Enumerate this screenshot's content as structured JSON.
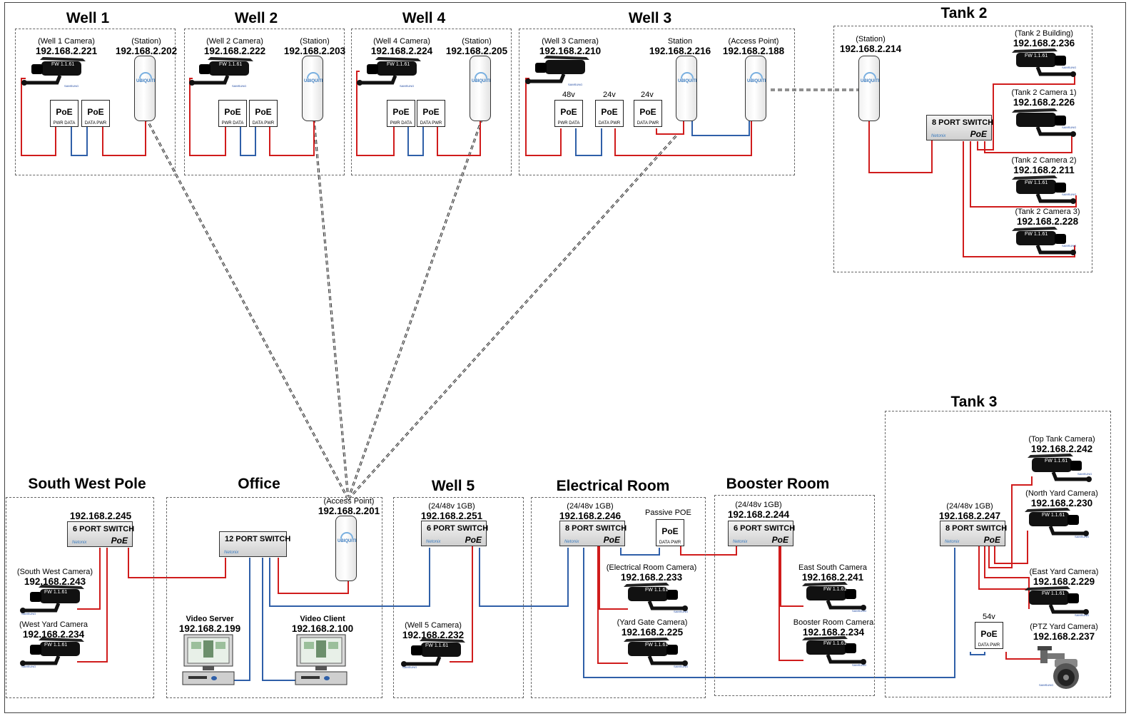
{
  "sites": {
    "well1": "Well 1",
    "well2": "Well 2",
    "well4": "Well 4",
    "well3": "Well 3",
    "tank2": "Tank 2",
    "tank3": "Tank 3",
    "southwest": "South West Pole",
    "office": "Office",
    "well5": "Well 5",
    "electrical": "Electrical Room",
    "booster": "Booster Room"
  },
  "devices": {
    "w1cam": {
      "sub": "(Well 1 Camera)",
      "ip": "192.168.2.221"
    },
    "w1sta": {
      "sub": "(Station)",
      "ip": "192.168.2.202"
    },
    "w2cam": {
      "sub": "(Well 2 Camera)",
      "ip": "192.168.2.222"
    },
    "w2sta": {
      "sub": "(Station)",
      "ip": "192.168.2.203"
    },
    "w4cam": {
      "sub": "(Well 4 Camera)",
      "ip": "192.168.2.224"
    },
    "w4sta": {
      "sub": "(Station)",
      "ip": "192.168.2.205"
    },
    "w3cam": {
      "sub": "(Well 3 Camera)",
      "ip": "192.168.2.210"
    },
    "w3sta": {
      "sub": "Station",
      "ip": "192.168.2.216"
    },
    "w3ap": {
      "sub": "(Access Point)",
      "ip": "192.168.2.188"
    },
    "t2sta": {
      "sub": "(Station)",
      "ip": "192.168.2.214"
    },
    "t2bld": {
      "sub": "(Tank 2 Building)",
      "ip": "192.168.2.236"
    },
    "t2c1": {
      "sub": "(Tank 2 Camera 1)",
      "ip": "192.168.2.226"
    },
    "t2c2": {
      "sub": "(Tank 2 Camera 2)",
      "ip": "192.168.2.211"
    },
    "t2c3": {
      "sub": "(Tank 2 Camera 3)",
      "ip": "192.168.2.228"
    },
    "swsw": {
      "sub": "",
      "ip": "192.168.2.245"
    },
    "swcam": {
      "sub": "(South West Camera)",
      "ip": "192.168.2.243"
    },
    "wycam": {
      "sub": "(West Yard Camera",
      "ip": "192.168.2.234"
    },
    "offap": {
      "sub": "(Access Point)",
      "ip": "192.168.2.201"
    },
    "w5sw": {
      "sub": "(24/48v 1GB)",
      "ip": "192.168.2.251"
    },
    "w5cam": {
      "sub": "(Well 5 Camera)",
      "ip": "192.168.2.232"
    },
    "ersw": {
      "sub": "(24/48v 1GB)",
      "ip": "192.168.2.246"
    },
    "ercam": {
      "sub": "(Electrical Room Camera)",
      "ip": "192.168.2.233"
    },
    "ygcam": {
      "sub": "(Yard Gate Camera)",
      "ip": "192.168.2.225"
    },
    "brsw": {
      "sub": "(24/48v 1GB)",
      "ip": "192.168.2.244"
    },
    "escam": {
      "sub": "East South Camera",
      "ip": "192.168.2.241"
    },
    "brcam": {
      "sub": "Booster Room Camera",
      "ip": "192.168.2.234"
    },
    "t3sw": {
      "sub": "(24/48v 1GB)",
      "ip": "192.168.2.247"
    },
    "topcam": {
      "sub": "(Top Tank Camera)",
      "ip": "192.168.2.242"
    },
    "nycam": {
      "sub": "(North Yard Camera)",
      "ip": "192.168.2.230"
    },
    "eycam": {
      "sub": "(East Yard Camera)",
      "ip": "192.168.2.229"
    },
    "ptzcam": {
      "sub": "(PTZ Yard Camera)",
      "ip": "192.168.2.237"
    }
  },
  "office": {
    "server_name": "Video Server",
    "server_ip": "192.168.2.199",
    "client_name": "Video Client",
    "client_ip": "192.168.2.100"
  },
  "switches": {
    "s6": "6 PORT SWITCH",
    "s8": "8 PORT SWITCH",
    "s12": "12 PORT SWITCH",
    "brand": "Netonix",
    "poe": "PoE"
  },
  "poe": {
    "label": "PoE",
    "pwr_data": "PWR DATA",
    "data_pwr": "DATA PWR",
    "v48": "48v",
    "v24": "24v",
    "v54": "54v",
    "passive": "Passive POE"
  },
  "camera": {
    "fw": "FW 1.1.61",
    "brand": "SAMSUNG"
  },
  "radio": {
    "brand": "UBIQUITI"
  },
  "colors": {
    "power": "#d01c1c",
    "data": "#2f5fa8",
    "wireless": "#222222"
  }
}
